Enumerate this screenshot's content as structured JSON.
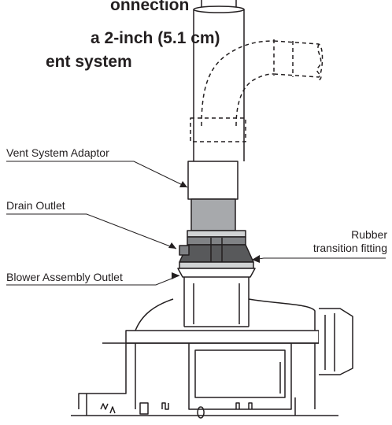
{
  "title_lines": [
    "onnection",
    "a 2-inch (5.1 cm)",
    "ent system"
  ],
  "labels": {
    "vent_adaptor": "Vent System Adaptor",
    "drain_outlet": "Drain Outlet",
    "rubber_line1": "Rubber",
    "rubber_line2": "transition fitting",
    "blower_outlet": "Blower Assembly Outlet"
  },
  "colors": {
    "ink": "#231f20",
    "pipe_gray": "#a7a9ac",
    "fitting_dark": "#58595b",
    "fitting_mid": "#808285",
    "fitting_light": "#d1d3d4"
  }
}
